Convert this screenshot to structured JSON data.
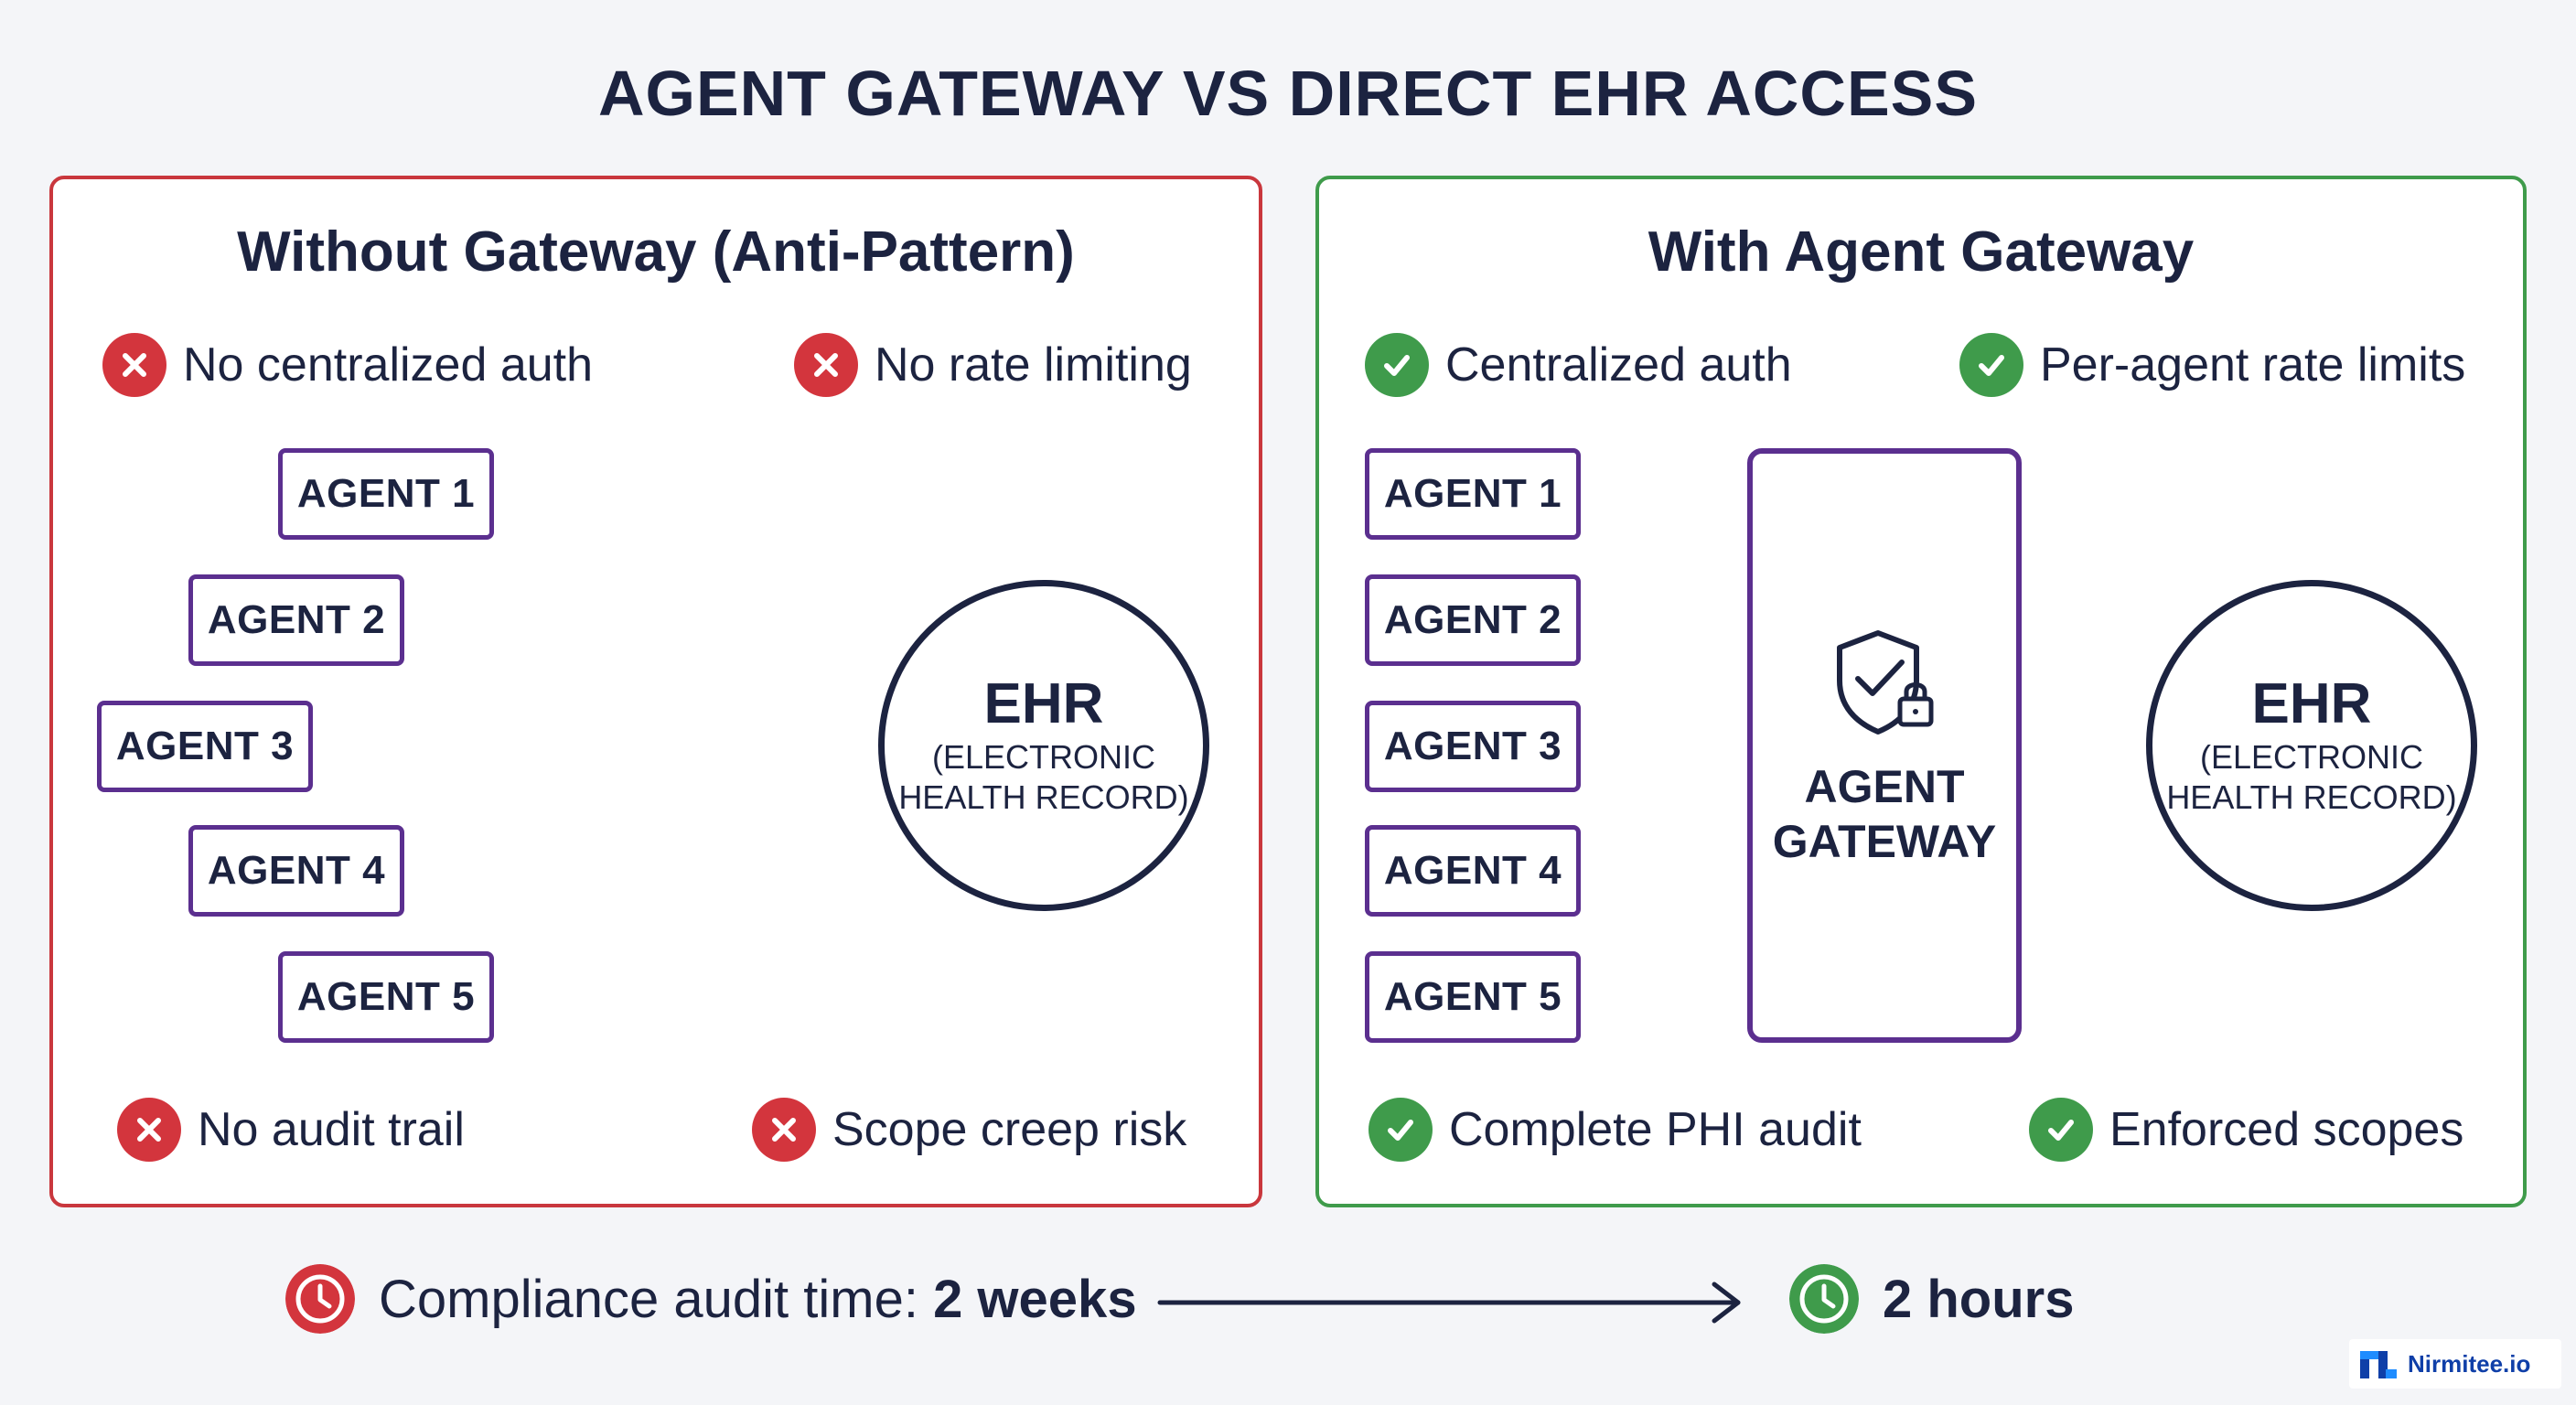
{
  "title": "AGENT GATEWAY VS DIRECT EHR ACCESS",
  "left_panel": {
    "title": "Without Gateway (Anti-Pattern)",
    "features_top": [
      "No centralized auth",
      "No rate limiting"
    ],
    "features_bottom": [
      "No audit trail",
      "Scope creep risk"
    ],
    "agents": [
      "AGENT 1",
      "AGENT 2",
      "AGENT 3",
      "AGENT 4",
      "AGENT 5"
    ],
    "ehr": {
      "title": "EHR",
      "subtitle_line1": "(ELECTRONIC",
      "subtitle_line2": "HEALTH RECORD)"
    }
  },
  "right_panel": {
    "title": "With Agent Gateway",
    "features_top": [
      "Centralized auth",
      "Per-agent rate limits"
    ],
    "features_bottom": [
      "Complete PHI audit",
      "Enforced scopes"
    ],
    "agents": [
      "AGENT 1",
      "AGENT 2",
      "AGENT 3",
      "AGENT 4",
      "AGENT 5"
    ],
    "gateway": {
      "line1": "AGENT",
      "line2": "GATEWAY"
    },
    "ehr": {
      "title": "EHR",
      "subtitle_line1": "(ELECTRONIC",
      "subtitle_line2": "HEALTH RECORD)"
    }
  },
  "footer": {
    "before_label": "Compliance audit time: ",
    "before_value": "2 weeks",
    "after_value": "2 hours"
  },
  "logo": {
    "text": "Nirmitee.io"
  },
  "colors": {
    "bad": "#c9373d",
    "good": "#3f9b4b",
    "agent_border": "#5b2f8f",
    "navy": "#1c2340",
    "logo_blue": "#0f3fa8"
  },
  "icons": {
    "bad_marker": "x-circle-icon",
    "good_marker": "check-circle-icon",
    "gateway": "shield-lock-icon",
    "timer": "clock-icon"
  }
}
